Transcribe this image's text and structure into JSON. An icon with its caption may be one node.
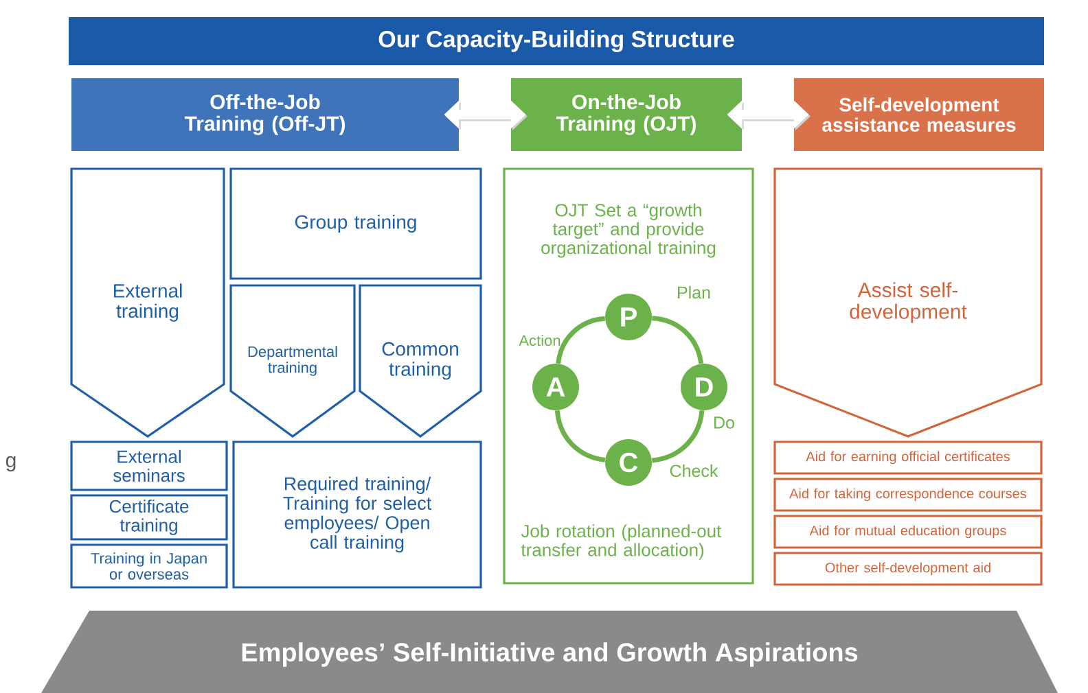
{
  "diagram": {
    "title": "Our Capacity-Building Structure",
    "nodes": [
      {
        "text": [
          "Off-the-Job Training (Off-JT)"
        ]
      },
      {
        "text": [
          "On-the-Job Training (OJT)"
        ]
      },
      {
        "text": [
          "Self-development assistance measures"
        ]
      },
      {
        "text": [
          "External training"
        ]
      },
      {
        "text": [
          "Group training"
        ]
      },
      {
        "text": [
          "Departmental training"
        ]
      },
      {
        "text": [
          "Common training"
        ]
      },
      {
        "text": [
          "OJT Set a “growth target” and provide organizational training",
          "Job rotation (planned-out transfer and allocation)"
        ]
      },
      {
        "text": [
          "P"
        ],
        "in": 7,
        "beside": [
          "Plan"
        ]
      },
      {
        "text": [
          "D"
        ],
        "in": 7,
        "beside": [
          "Do"
        ]
      },
      {
        "text": [
          "C"
        ],
        "in": 7,
        "beside": [
          "Check"
        ]
      },
      {
        "text": [
          "A"
        ],
        "in": 7,
        "beside": [
          "Action"
        ]
      },
      {
        "text": [
          "Assist self-development"
        ]
      },
      {
        "text": [
          "External seminars"
        ]
      },
      {
        "text": [
          "Certificate training"
        ]
      },
      {
        "text": [
          "Training in Japan or overseas"
        ]
      },
      {
        "text": [
          "Required training/ Training for select employees/ Open call training"
        ]
      },
      {
        "text": [
          "Aid for earning official certificates"
        ]
      },
      {
        "text": [
          "Aid for taking correspondence courses"
        ]
      },
      {
        "text": [
          "Aid for mutual education groups"
        ]
      },
      {
        "text": [
          "Other self-development aid"
        ]
      },
      {
        "text": [
          "Employees’ Self-Initiative and Growth Aspirations"
        ]
      }
    ],
    "edges": [
      {
        "from": 0,
        "to": 1,
        "arrow": "both",
        "color": "#ffffff",
        "style": "thick"
      },
      {
        "from": 1,
        "to": 2,
        "arrow": "both",
        "color": "#ffffff",
        "style": "thick"
      },
      {
        "from": 8,
        "to": 9,
        "arrow": "none"
      },
      {
        "from": 9,
        "to": 10,
        "arrow": "none"
      },
      {
        "from": 10,
        "to": 11,
        "arrow": "none"
      },
      {
        "from": 11,
        "to": 8,
        "arrow": "none"
      }
    ],
    "labels": [
      "g"
    ]
  }
}
